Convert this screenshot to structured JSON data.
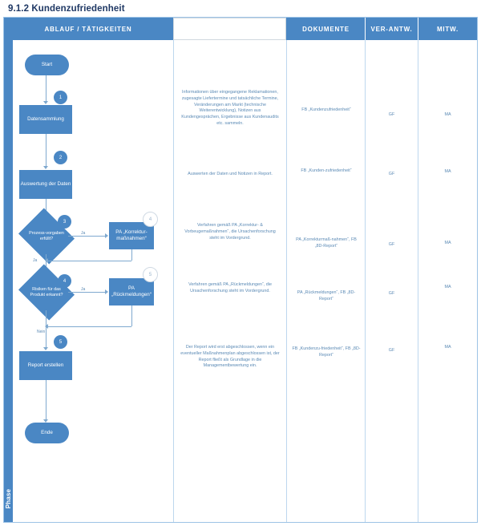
{
  "document": {
    "title": "9.1.2 Kundenzufriedenheit",
    "phase_label": "Phase"
  },
  "colors": {
    "accent": "#4a87c4",
    "header_bg": "#4a87c4",
    "text_blue": "#5b8ab5",
    "line": "#7fa9cf",
    "border": "#9dc3e6"
  },
  "table": {
    "headers": [
      {
        "label": "ABLAUF / TÄTIGKEITEN",
        "style": "filled"
      },
      {
        "label": "",
        "style": "white"
      },
      {
        "label": "DOKUMENTE",
        "style": "filled"
      },
      {
        "label": "VER-ANTW.",
        "style": "filled"
      },
      {
        "label": "MITW.",
        "style": "filled"
      }
    ]
  },
  "flow": {
    "nodes": [
      {
        "id": "start",
        "type": "terminator",
        "label": "Start"
      },
      {
        "id": "n1",
        "type": "process",
        "label": "Datensammlung"
      },
      {
        "id": "n2",
        "type": "process",
        "label": "Auswertung der Daten"
      },
      {
        "id": "d1",
        "type": "decision",
        "label": "Prozess-vorgaben erfüllt?"
      },
      {
        "id": "p1",
        "type": "process",
        "label": "PA „Korrektur-maßnahmen“"
      },
      {
        "id": "d2",
        "type": "decision",
        "label": "Risiken für das Produkt erkannt?"
      },
      {
        "id": "p2",
        "type": "process",
        "label": "PA „Rückmeldungen“"
      },
      {
        "id": "n3",
        "type": "process",
        "label": "Report erstellen"
      },
      {
        "id": "ende",
        "type": "terminator",
        "label": "Ende"
      }
    ],
    "edge_labels": {
      "d1_yes": "Ja",
      "d1_no": "Ja",
      "d2_yes": "Ja",
      "d2_no": "Nein"
    },
    "badges": [
      {
        "id": "b1",
        "text": "1",
        "variant": "filled"
      },
      {
        "id": "b2",
        "text": "2",
        "variant": "filled"
      },
      {
        "id": "b3",
        "text": "3",
        "variant": "filled"
      },
      {
        "id": "b4",
        "text": "4",
        "variant": "filled"
      },
      {
        "id": "b5",
        "text": "5",
        "variant": "filled"
      },
      {
        "id": "bg4",
        "text": "4",
        "variant": "ghost"
      },
      {
        "id": "bg5",
        "text": "5",
        "variant": "ghost"
      }
    ]
  },
  "rows": [
    {
      "step": "1",
      "description": "Informationen über eingegangene Reklamationen, zugesagte Liefertermine und tatsächliche Termine, Veränderungen am Markt (technische Weiterentwicklung), Notizen aus Kundengesprächen, Ergebnisse aus Kundenaudits etc. sammeln.",
      "documents": "FB „Kundenzufriedenheit“",
      "responsible": "GF",
      "contributor": "MA"
    },
    {
      "step": "2",
      "description": "Auswerten der Daten und Notizen in Report.",
      "documents": "FB „Kunden-zufriedenheit“",
      "responsible": "GF",
      "contributor": "MA"
    },
    {
      "step": "3",
      "description": "Verfahren gemäß PA „Korrektur- & Vorbeugemaßnahmen“, die Ursachenforschung steht im Vordergrund.",
      "documents": "PA „Korrekturmaß-nahmen“, FB „8D-Report“",
      "responsible": "GF",
      "contributor": "MA"
    },
    {
      "step": "4",
      "description": "Verfahren gemäß PA „Rückmeldungen“, die Ursachenforschung steht im Vordergrund.",
      "documents": "PA „Rückmeldungen“, FB „8D-Report“",
      "responsible": "GF",
      "contributor": "MA"
    },
    {
      "step": "5",
      "description": "Der Report wird erst abgeschlossen, wenn ein eventueller Maßnahmenplan abgeschlossen ist, der Report fließt als Grundlage in die Managementbewertung ein.",
      "documents": "FB „Kundenzu-friedenheit“, FB „8D-Report“",
      "responsible": "GF",
      "contributor": "MA"
    }
  ]
}
